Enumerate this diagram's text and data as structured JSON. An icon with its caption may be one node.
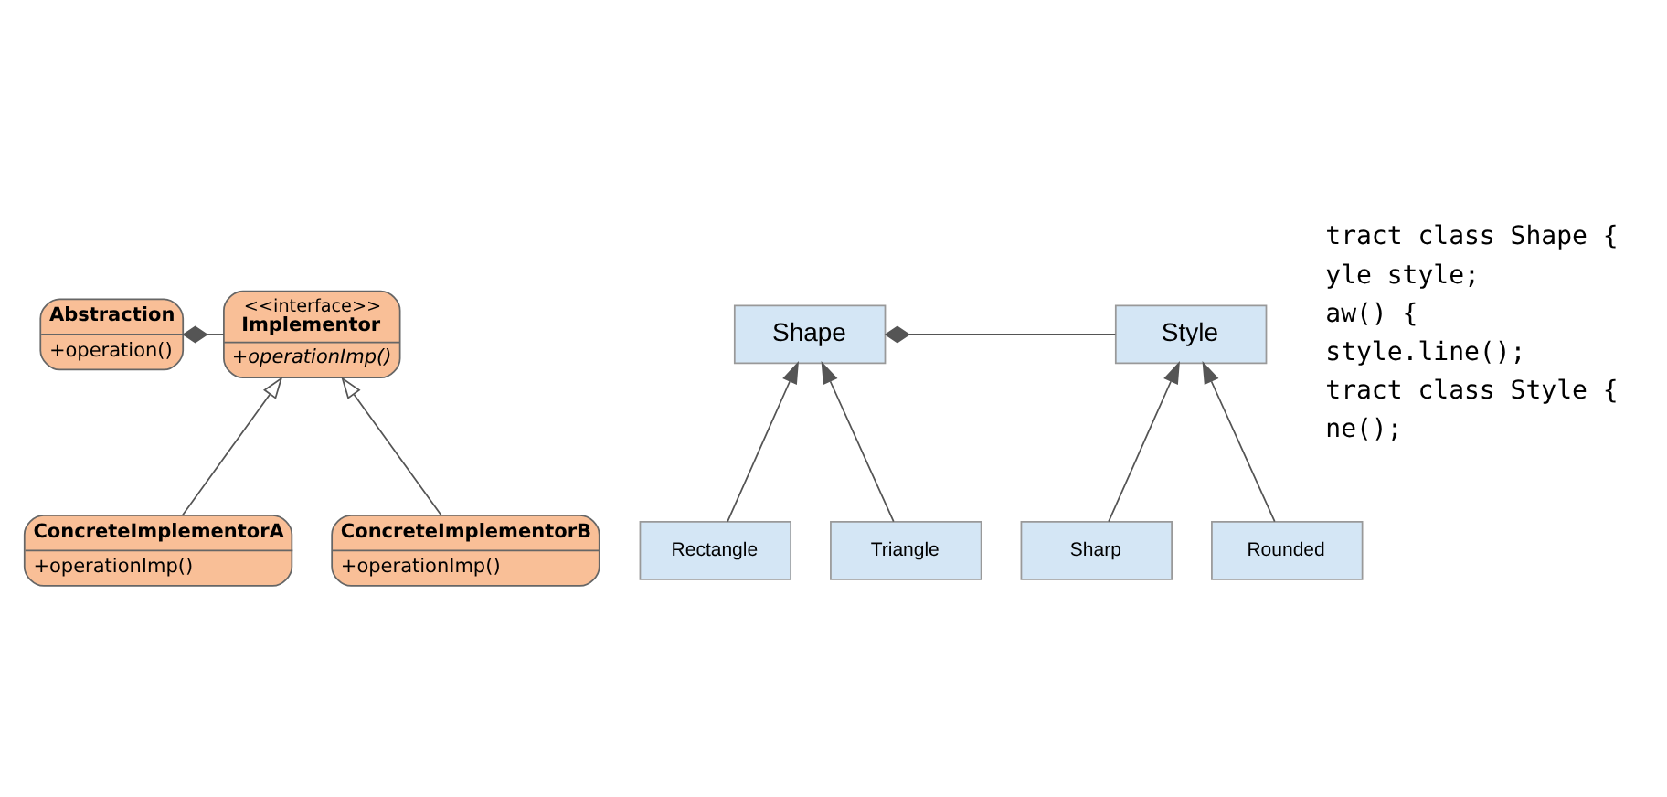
{
  "diagram": {
    "nodes": [
      {
        "text": [
          "Abstraction",
          "+operation()"
        ]
      },
      {
        "text": [
          "<<interface>>",
          "Implementor",
          "+operationImp()"
        ]
      },
      {
        "text": [
          "ConcreteImplementorA",
          "+operationImp()"
        ]
      },
      {
        "text": [
          "ConcreteImplementorB",
          "+operationImp()"
        ]
      },
      {
        "text": [
          "Shape"
        ]
      },
      {
        "text": [
          "Style"
        ]
      },
      {
        "text": [
          "Rectangle"
        ]
      },
      {
        "text": [
          "Triangle"
        ]
      },
      {
        "text": [
          "Sharp"
        ]
      },
      {
        "text": [
          "Rounded"
        ]
      }
    ],
    "edges": [
      {
        "from": 0,
        "to": 1,
        "arrow": "other"
      },
      {
        "from": 2,
        "to": 1,
        "arrow": "to"
      },
      {
        "from": 3,
        "to": 1,
        "arrow": "to"
      },
      {
        "from": 4,
        "to": 5,
        "arrow": "other"
      },
      {
        "from": 6,
        "to": 4,
        "arrow": "to"
      },
      {
        "from": 7,
        "to": 4,
        "arrow": "to"
      },
      {
        "from": 8,
        "to": 5,
        "arrow": "to"
      },
      {
        "from": 9,
        "to": 5,
        "arrow": "to"
      }
    ],
    "labels": [
      "tract class Shape {",
      "yle style;",
      "aw() {",
      "style.line();",
      "tract class Style {",
      "ne();"
    ]
  }
}
